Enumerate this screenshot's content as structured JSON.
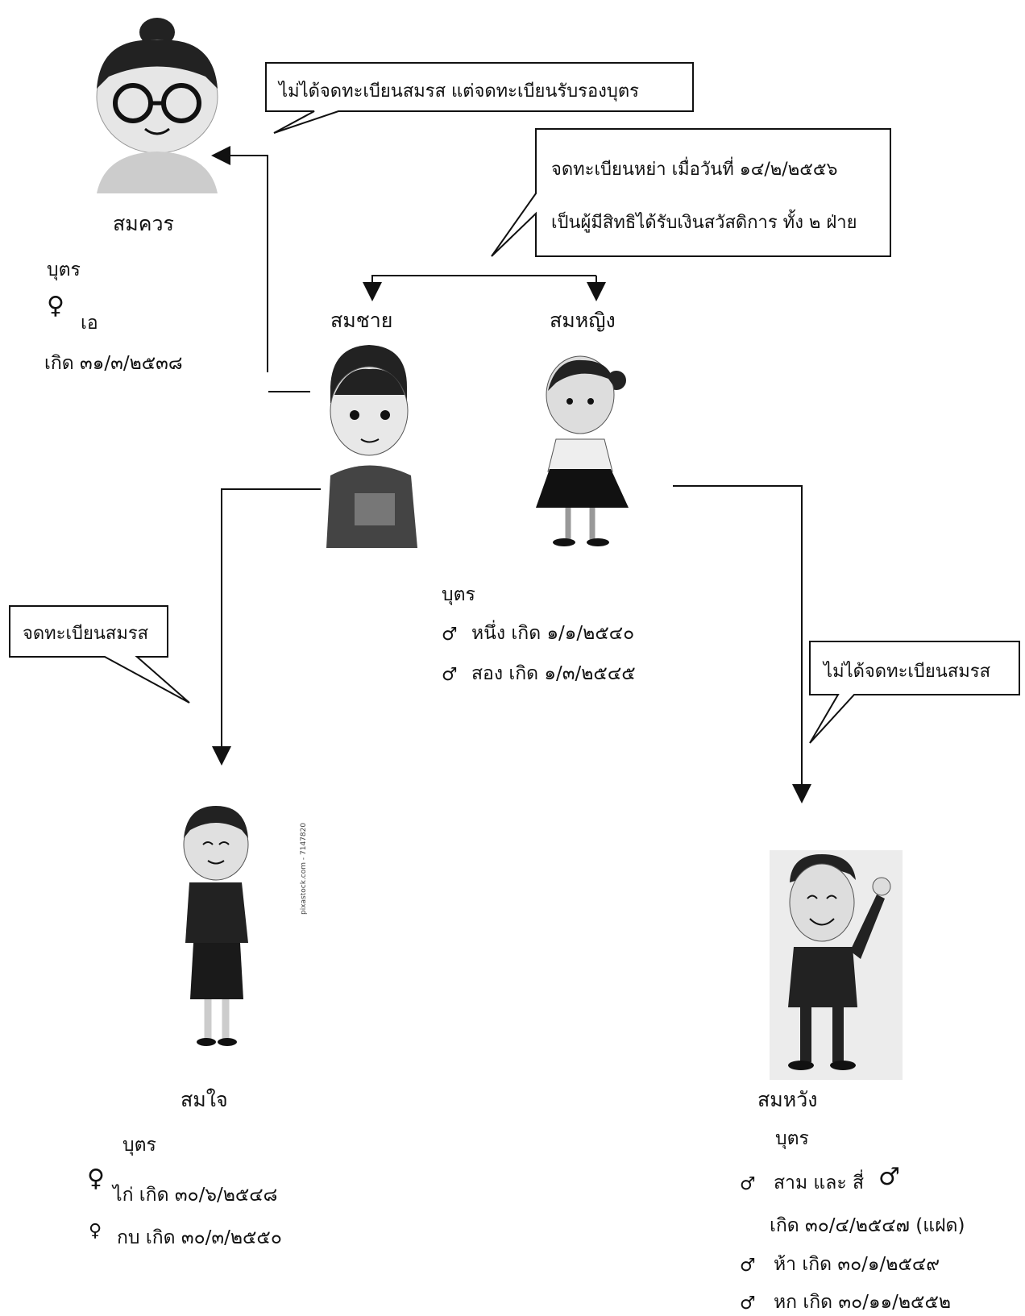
{
  "people": {
    "somkuan": "สมควร",
    "somchai": "สมชาย",
    "somying": "สมหญิง",
    "somjai": "สมใจ",
    "somwang": "สมหวัง"
  },
  "callouts": {
    "top": "ไม่ได้จดทะเบียนสมรส แต่จดทะเบียนรับรองบุตร",
    "divorce_line1": "จดทะเบียนหย่า เมื่อวันที่ ๑๔/๒/๒๕๕๖",
    "divorce_line2": "เป็นผู้มีสิทธิได้รับเงินสวัสดิการ ทั้ง ๒ ฝ่าย",
    "married": "จดทะเบียนสมรส",
    "not_married": "ไม่ได้จดทะเบียนสมรส"
  },
  "children_label": "บุตร",
  "symbols": {
    "female": "♀",
    "male": "♂"
  },
  "somkuan_children": [
    {
      "name": "เอ",
      "born": "เกิด ๓๑/๓/๒๕๓๘"
    }
  ],
  "somchai_somying_children": [
    "หนึ่ง เกิด ๑/๑/๒๕๔๐",
    "สอง เกิด ๑/๓/๒๕๔๕"
  ],
  "somjai_children": [
    "ไก่ เกิด ๓๐/๖/๒๕๔๘",
    "กบ เกิด ๓๐/๓/๒๕๕๐"
  ],
  "somwang_children": {
    "twins": "สาม และ สี่",
    "twins_born": "เกิด ๓๐/๔/๒๕๔๗ (แฝด)",
    "child5": "ห้า เกิด ๓๐/๑/๒๕๔๙",
    "child6": "หก เกิด ๓๐/๑๑/๒๕๕๒"
  },
  "watermark": "pixastock.com - 7147820"
}
